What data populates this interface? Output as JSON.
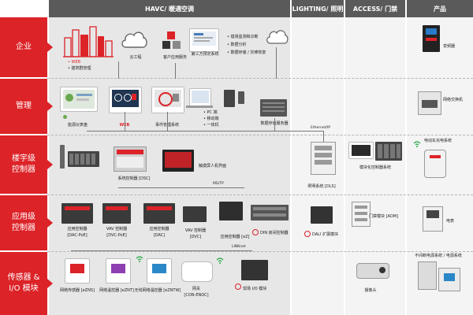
{
  "columns": {
    "havc": "HAVC/ 暖通空调",
    "lighting": "LIGHTING/ 照明",
    "access": "ACCESS/ 门禁",
    "products": "产品"
  },
  "rows": [
    {
      "label": "企业"
    },
    {
      "label": "管理"
    },
    {
      "label": "楼宇级\n控制器"
    },
    {
      "label": "应用级\n控制器"
    },
    {
      "label": "传感器 &\nI/O 模块"
    }
  ],
  "enterprise": {
    "web_label": "• WEB",
    "building_mgmt": "• 建筑群管理",
    "cloud": "云工程",
    "client_app": "客户应用服务",
    "third_party": "第三方预定系统",
    "bullets": [
      "• 错误监测和诊断",
      "• 数据分析",
      "• 数据存储 / 灾难恢复"
    ]
  },
  "management": {
    "dashboard": "能源仪表盘",
    "web": "WEB",
    "event": "事件管理系统",
    "pc": "• PC 端",
    "mobile": "• 移动端",
    "aio": "• 一体机",
    "storage": "数据存储服务器",
    "ethernet": "Ethernet/IP"
  },
  "building": {
    "dsc": "系统控制器 [DSC]",
    "hmi": "触摸屏人机界面",
    "mstp": "MS/TP",
    "dls": "照明系统 [DLS]",
    "modular": "模块化控制器系统"
  },
  "application": {
    "dac_poe_top": "应用控制器",
    "dac_poe": "[DAC-PoE]",
    "dvc_poe_top": "VAV 控制器",
    "dvc_poe": "[DVC-PoE]",
    "dac_top": "应用控制器",
    "dac": "[DAC]",
    "dvc_top": "VAV 控制器",
    "dvc": "[DVC]",
    "ez": "应用控制器 [eZ]",
    "din": "DIN 房间控制器",
    "dali": "DALI 扩展模块",
    "adm": "门禁模块 [ADM]",
    "linknet": "LINKnet"
  },
  "sensors": {
    "ezns": "网络传感器 [eZNS]",
    "eznt": "网络温控器 [eZNT]",
    "ezntw": "无线网络温控器 [eZNTW]",
    "gateway_top": "网关",
    "gateway": "[CON-ENOC]",
    "io": "现场 I/O 模块",
    "camera": "摄像头"
  },
  "products": {
    "inverter": "变频器",
    "switch": "网络交换机",
    "ev": "电动车充电系统",
    "meter": "电表",
    "ups": "不间断电源系统 / 电源系统"
  },
  "colors": {
    "accent": "#dc2328",
    "header": "#5a5a5a",
    "panel": "#e7e7e7"
  }
}
